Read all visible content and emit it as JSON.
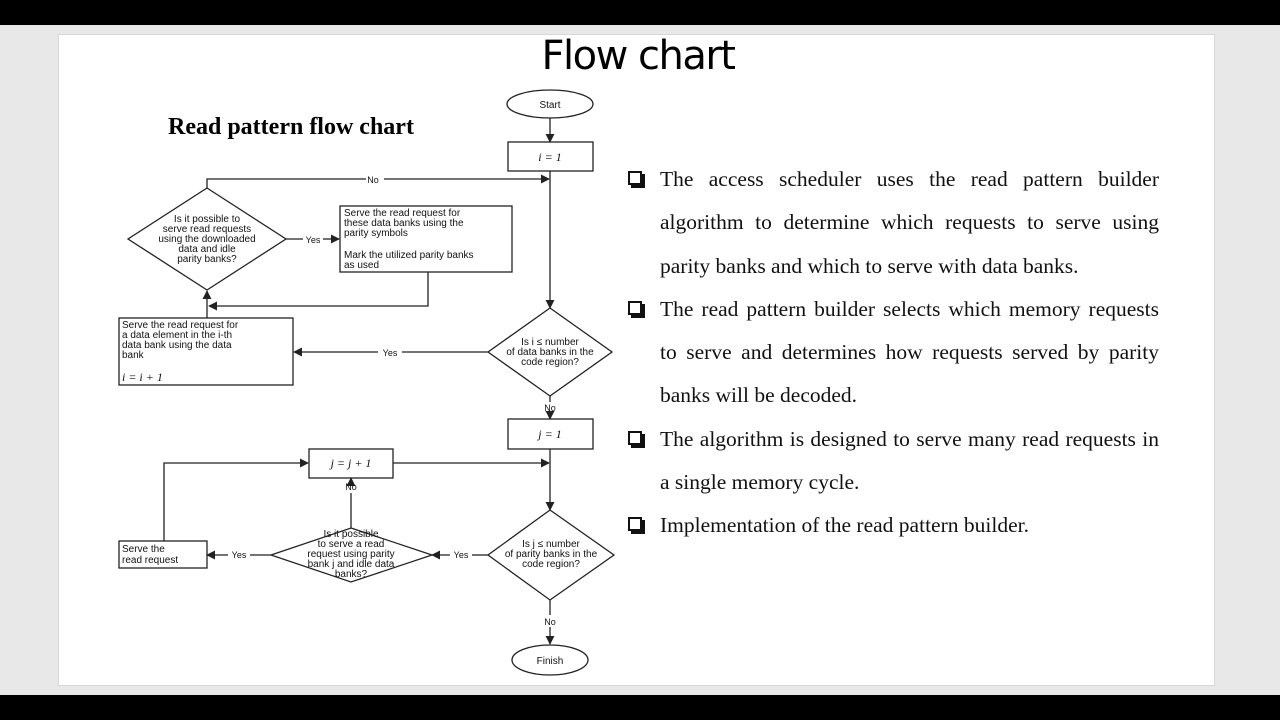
{
  "slide": {
    "title": "Flow chart",
    "flowchart_heading": "Read pattern flow chart"
  },
  "flowchart": {
    "start": "Start",
    "finish": "Finish",
    "i_init": "i = 1",
    "j_init": "j = 1",
    "j_incr": "j = j + 1",
    "decision_parity_download": [
      "Is it possible to",
      "serve read requests",
      "using the downloaded",
      "data and idle",
      "parity banks?"
    ],
    "serve_parity_box": [
      "Serve the read request for",
      "these data banks using the",
      "parity symbols",
      "Mark the utilized parity banks",
      "as used"
    ],
    "decision_i": [
      "Is i ≤ number",
      "of data banks in the",
      "code region?"
    ],
    "serve_data_box": [
      "Serve the read request for",
      "a data element in the i-th",
      "data bank using the data",
      "bank",
      "i = i + 1"
    ],
    "decision_j": [
      "Is j ≤ number",
      "of parity banks in the",
      "code region?"
    ],
    "decision_serve_j": [
      "Is it possible",
      "to serve a read",
      "request using parity",
      "bank j and idle data",
      "banks?"
    ],
    "serve_request_box": [
      "Serve the",
      "read request"
    ],
    "label_yes": "Yes",
    "label_no": "No"
  },
  "bullets": [
    "The access scheduler uses the read pattern builder algorithm to determine which requests to serve using parity banks and which to serve with data banks.",
    "The read pattern builder selects which memory requests to serve and determines how requests served by parity banks will be decoded.",
    "The algorithm is designed to serve many read requests in a single memory cycle.",
    "Implementation of the read pattern builder."
  ]
}
